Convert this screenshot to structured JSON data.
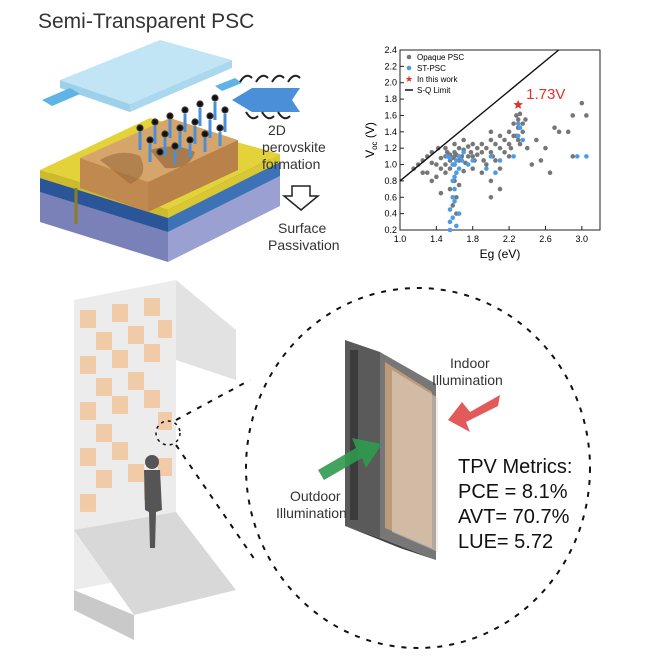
{
  "title": "Semi-Transparent PSC",
  "labels": {
    "two_d": "2D",
    "perovskite": "perovskite",
    "formation": "formation",
    "surface": "Surface",
    "passivation": "Passivation",
    "indoor": "Indoor",
    "illumination": "Illumination",
    "outdoor": "Outdoor",
    "illumination2": "Illumination"
  },
  "metrics": {
    "heading": "TPV Metrics:",
    "pce": "PCE = 8.1%",
    "avt": "AVT= 70.7%",
    "lue": "LUE= 5.72"
  },
  "chart_data": {
    "type": "scatter",
    "xlabel": "Eg (eV)",
    "ylabel": "Voc (V)",
    "ylabel_main": "V",
    "ylabel_sub": "oc",
    "ylabel_unit": " (V)",
    "xlim": [
      1.0,
      3.2
    ],
    "ylim": [
      0.2,
      2.4
    ],
    "xticks": [
      1.0,
      1.4,
      1.8,
      2.2,
      2.6,
      3.0
    ],
    "xtick_labels": [
      "1.0",
      "1.4",
      "1.8",
      "2.2",
      "2.6",
      "3.0"
    ],
    "yticks": [
      0.2,
      0.4,
      0.6,
      0.8,
      1.0,
      1.2,
      1.4,
      1.6,
      1.8,
      2.0,
      2.2,
      2.4
    ],
    "ytick_labels": [
      "0.2",
      "0.4",
      "0.6",
      "0.8",
      "1.0",
      "1.2",
      "1.4",
      "1.6",
      "1.8",
      "2.0",
      "2.2",
      "2.4"
    ],
    "legend": [
      "Opaque PSC",
      "ST-PSC",
      "In this work",
      "S-Q Limit"
    ],
    "legend_position": "top-left",
    "annotation": "1.73V",
    "series": [
      {
        "name": "Opaque PSC",
        "color": "#777777",
        "points": [
          [
            1.15,
            0.95
          ],
          [
            1.2,
            1.0
          ],
          [
            1.25,
            1.05
          ],
          [
            1.3,
            0.9
          ],
          [
            1.3,
            1.1
          ],
          [
            1.35,
            1.02
          ],
          [
            1.4,
            0.85
          ],
          [
            1.4,
            1.0
          ],
          [
            1.45,
            1.08
          ],
          [
            1.45,
            0.95
          ],
          [
            1.5,
            1.1
          ],
          [
            1.5,
            1.0
          ],
          [
            1.5,
            0.9
          ],
          [
            1.52,
            1.15
          ],
          [
            1.55,
            1.05
          ],
          [
            1.55,
            1.12
          ],
          [
            1.55,
            0.95
          ],
          [
            1.58,
            1.08
          ],
          [
            1.6,
            1.1
          ],
          [
            1.6,
            1.15
          ],
          [
            1.6,
            1.0
          ],
          [
            1.6,
            0.8
          ],
          [
            1.62,
            1.12
          ],
          [
            1.62,
            0.6
          ],
          [
            1.65,
            1.2
          ],
          [
            1.65,
            1.05
          ],
          [
            1.65,
            0.75
          ],
          [
            1.68,
            1.1
          ],
          [
            1.7,
            1.18
          ],
          [
            1.7,
            1.3
          ],
          [
            1.72,
            1.02
          ],
          [
            1.75,
            1.22
          ],
          [
            1.75,
            1.1
          ],
          [
            1.78,
            1.15
          ],
          [
            1.8,
            1.1
          ],
          [
            1.8,
            1.25
          ],
          [
            1.8,
            0.95
          ],
          [
            1.82,
            1.05
          ],
          [
            1.85,
            1.2
          ],
          [
            1.85,
            1.12
          ],
          [
            1.9,
            1.15
          ],
          [
            1.9,
            1.25
          ],
          [
            1.92,
            1.05
          ],
          [
            1.95,
            1.2
          ],
          [
            2.0,
            1.3
          ],
          [
            2.0,
            1.15
          ],
          [
            2.0,
            1.4
          ],
          [
            2.02,
            1.1
          ],
          [
            2.05,
            1.25
          ],
          [
            2.1,
            1.2
          ],
          [
            2.1,
            1.35
          ],
          [
            2.15,
            1.3
          ],
          [
            2.2,
            1.25
          ],
          [
            2.2,
            1.4
          ],
          [
            2.2,
            1.1
          ],
          [
            2.25,
            1.35
          ],
          [
            2.25,
            1.5
          ],
          [
            2.28,
            1.6
          ],
          [
            2.3,
            1.45
          ],
          [
            2.3,
            1.55
          ],
          [
            2.3,
            1.3
          ],
          [
            2.32,
            1.62
          ],
          [
            2.35,
            1.5
          ],
          [
            2.35,
            1.4
          ],
          [
            2.38,
            1.55
          ],
          [
            2.1,
            0.95
          ],
          [
            2.0,
            0.8
          ],
          [
            1.9,
            0.9
          ],
          [
            1.55,
            0.7
          ],
          [
            1.45,
            0.65
          ],
          [
            2.5,
            1.3
          ],
          [
            2.6,
            1.2
          ],
          [
            2.7,
            1.45
          ],
          [
            2.75,
            1.4
          ],
          [
            2.9,
            1.6
          ],
          [
            3.0,
            1.75
          ],
          [
            2.45,
            1.0
          ],
          [
            2.55,
            1.05
          ],
          [
            2.65,
            0.9
          ],
          [
            2.9,
            1.1
          ],
          [
            3.05,
            1.6
          ],
          [
            2.85,
            1.4
          ],
          [
            2.4,
            1.2
          ],
          [
            1.35,
            0.8
          ],
          [
            1.25,
            0.9
          ],
          [
            2.15,
            1.15
          ],
          [
            2.05,
            1.05
          ],
          [
            1.95,
            1.0
          ],
          [
            1.7,
            0.92
          ],
          [
            1.6,
            1.25
          ],
          [
            1.58,
            0.5
          ],
          [
            1.62,
            0.4
          ],
          [
            2.22,
            1.2
          ],
          [
            2.28,
            1.35
          ],
          [
            2.32,
            1.25
          ],
          [
            1.35,
            1.15
          ],
          [
            1.42,
            1.2
          ],
          [
            1.5,
            1.2
          ],
          [
            2.0,
            0.6
          ],
          [
            2.1,
            0.7
          ]
        ]
      },
      {
        "name": "ST-PSC",
        "color": "#4d9be6",
        "points": [
          [
            1.55,
            0.3
          ],
          [
            1.55,
            0.45
          ],
          [
            1.58,
            0.35
          ],
          [
            1.58,
            0.6
          ],
          [
            1.6,
            0.55
          ],
          [
            1.6,
            0.7
          ],
          [
            1.6,
            0.85
          ],
          [
            1.6,
            1.0
          ],
          [
            1.62,
            0.9
          ],
          [
            1.62,
            1.05
          ],
          [
            1.62,
            0.25
          ],
          [
            1.65,
            1.1
          ],
          [
            1.65,
            0.95
          ],
          [
            1.65,
            0.4
          ],
          [
            1.68,
            1.05
          ],
          [
            1.58,
            1.0
          ],
          [
            1.55,
            1.08
          ],
          [
            1.52,
            1.1
          ],
          [
            1.7,
            1.15
          ],
          [
            1.58,
            0.8
          ],
          [
            1.55,
            0.2
          ],
          [
            2.3,
            1.35
          ],
          [
            2.3,
            1.5
          ],
          [
            2.32,
            1.45
          ],
          [
            2.35,
            1.3
          ],
          [
            2.1,
            1.05
          ],
          [
            2.0,
            1.1
          ],
          [
            1.95,
            0.95
          ],
          [
            2.95,
            1.1
          ],
          [
            3.05,
            1.1
          ],
          [
            2.05,
            0.9
          ],
          [
            1.75,
            1.0
          ],
          [
            1.8,
            1.05
          ],
          [
            2.25,
            1.1
          ]
        ]
      },
      {
        "name": "In this work",
        "color": "#e03030",
        "points": [
          [
            2.3,
            1.73
          ]
        ]
      },
      {
        "name": "S-Q Limit",
        "color": "#000000",
        "line": [
          [
            1.0,
            0.8
          ],
          [
            2.8,
            2.45
          ]
        ]
      }
    ]
  }
}
